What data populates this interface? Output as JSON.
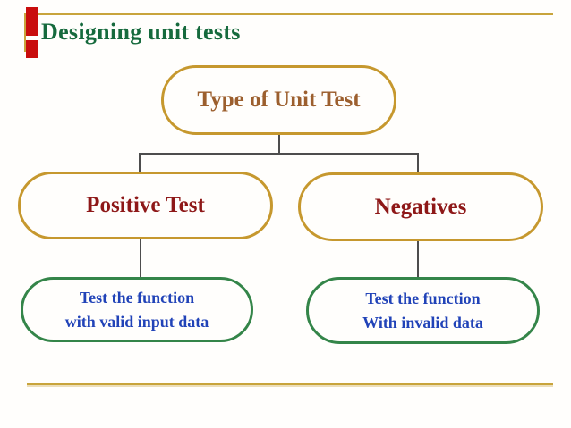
{
  "slide": {
    "title": "Designing unit tests",
    "colors": {
      "background": "#FFFEFC",
      "title_text": "#166A3D",
      "frame_gold": "#C8A43C",
      "accent_red": "#C90D0D",
      "node_border_gold": "#C6982E",
      "node_border_green": "#348549",
      "root_text_brown": "#9C5F2E",
      "branch_text_dark_red": "#8E1818",
      "leaf_text_blue": "#2143B8",
      "connector_gray": "#4D4D4D"
    }
  },
  "diagram": {
    "root": {
      "label": "Type of Unit Test"
    },
    "branches": [
      {
        "label": "Positive Test",
        "child_lines": [
          "Test the function",
          "with valid input data"
        ]
      },
      {
        "label": "Negatives",
        "child_lines": [
          "Test the function",
          "With invalid data"
        ]
      }
    ]
  }
}
